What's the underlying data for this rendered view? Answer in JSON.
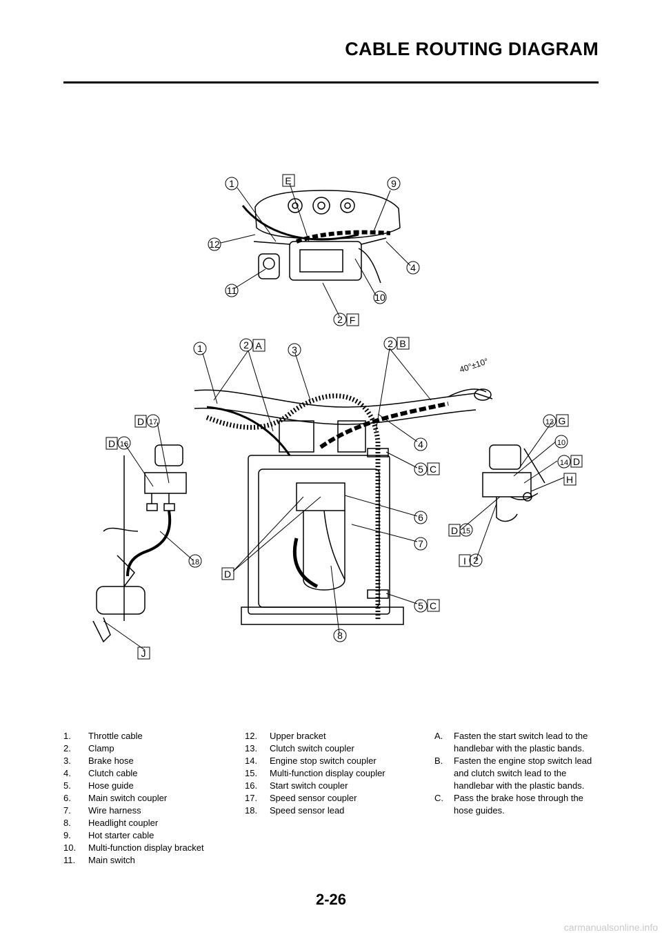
{
  "header": {
    "title": "CABLE ROUTING DIAGRAM"
  },
  "diagram": {
    "angle_label": "40°±10°",
    "callouts": {
      "top_1": "1",
      "top_E": "E",
      "top_9": "9",
      "top_12": "12",
      "top_4": "4",
      "top_11": "11",
      "top_10": "10",
      "top_2": "2",
      "top_F": "F",
      "mid_1": "1",
      "mid_2a": "2",
      "mid_A": "A",
      "mid_3": "3",
      "mid_2b": "2",
      "mid_B": "B",
      "left_D17": "D",
      "left_17": "17",
      "left_D16": "D",
      "left_16": "16",
      "left_18": "18",
      "left_J": "J",
      "c_4": "4",
      "c_5a": "5",
      "c_Ca": "C",
      "c_6": "6",
      "c_7": "7",
      "c_D": "D",
      "c_5b": "5",
      "c_Cb": "C",
      "c_8": "8",
      "r_13": "13",
      "r_G": "G",
      "r_10": "10",
      "r_14": "14",
      "r_D14": "D",
      "r_H": "H",
      "r_D15": "D",
      "r_15": "15",
      "r_I": "I",
      "r_2": "2"
    }
  },
  "legend": {
    "col1": [
      {
        "num": "1.",
        "text": "Throttle cable"
      },
      {
        "num": "2.",
        "text": "Clamp"
      },
      {
        "num": "3.",
        "text": "Brake hose"
      },
      {
        "num": "4.",
        "text": "Clutch cable"
      },
      {
        "num": "5.",
        "text": "Hose guide"
      },
      {
        "num": "6.",
        "text": "Main switch coupler"
      },
      {
        "num": "7.",
        "text": "Wire harness"
      },
      {
        "num": "8.",
        "text": "Headlight coupler"
      },
      {
        "num": "9.",
        "text": "Hot starter cable"
      },
      {
        "num": "10.",
        "text": "Multi-function display bracket"
      },
      {
        "num": "11.",
        "text": "Main switch"
      }
    ],
    "col2": [
      {
        "num": "12.",
        "text": "Upper bracket"
      },
      {
        "num": "13.",
        "text": "Clutch switch coupler"
      },
      {
        "num": "14.",
        "text": "Engine stop switch coupler"
      },
      {
        "num": "15.",
        "text": "Multi-function display coupler"
      },
      {
        "num": "16.",
        "text": "Start switch coupler"
      },
      {
        "num": "17.",
        "text": "Speed sensor coupler"
      },
      {
        "num": "18.",
        "text": "Speed sensor lead"
      }
    ],
    "col3": [
      {
        "num": "A.",
        "text": "Fasten the start switch lead to the handlebar with the plastic bands."
      },
      {
        "num": "B.",
        "text": "Fasten the engine stop switch lead and clutch switch lead  to the handlebar with the plastic bands."
      },
      {
        "num": "C.",
        "text": "Pass the brake hose  through the hose guides."
      }
    ]
  },
  "footer": {
    "page_number": "2-26",
    "watermark": "carmanualsonline.info"
  }
}
